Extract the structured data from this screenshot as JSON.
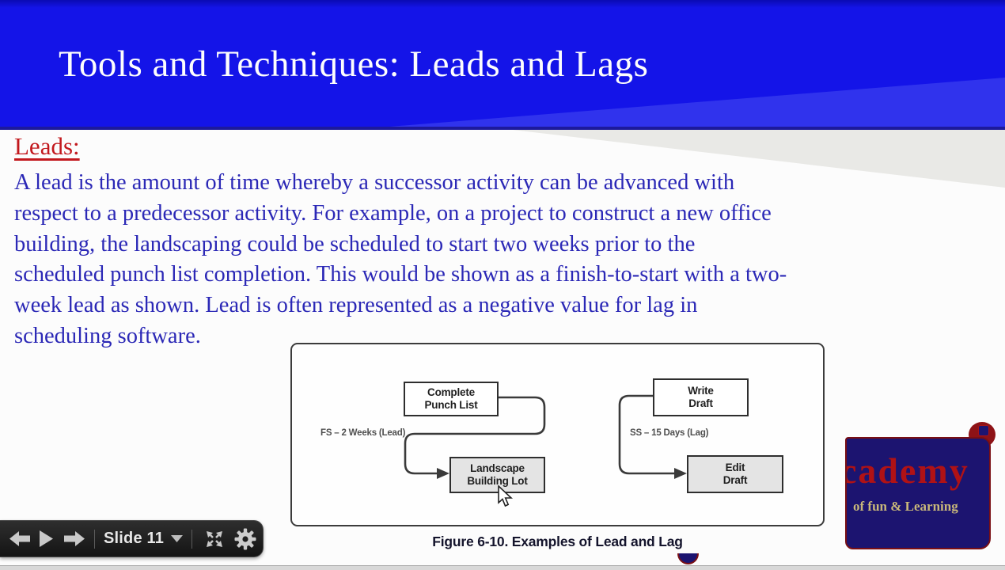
{
  "header": {
    "title": "Tools and Techniques: Leads and Lags"
  },
  "content": {
    "heading": "Leads:",
    "body_lines": [
      "A lead is the amount of time whereby a successor activity can be advanced with",
      "respect to a predecessor activity. For example, on a project to construct a new office",
      "building, the landscaping could be scheduled to start two weeks prior to the",
      "scheduled punch list completion. This would be shown as a finish-to-start with a two-",
      "week lead as shown. Lead is often represented as a negative value for lag in",
      "scheduling software."
    ]
  },
  "figure": {
    "caption": "Figure 6-10. Examples of Lead and Lag",
    "lead_example": {
      "predecessor_lines": [
        "Complete",
        "Punch List"
      ],
      "successor_lines": [
        "Landscape",
        "Building Lot"
      ],
      "relationship_label": "FS – 2 Weeks (Lead)"
    },
    "lag_example": {
      "predecessor_lines": [
        "Write",
        "Draft"
      ],
      "successor_lines": [
        "Edit",
        "Draft"
      ],
      "relationship_label": "SS – 15 Days (Lag)"
    }
  },
  "player": {
    "slide_label": "Slide 11",
    "icons": [
      "previous-arrow",
      "play",
      "next-arrow",
      "dropdown-caret",
      "fullscreen-expand",
      "settings-gear"
    ]
  },
  "logo": {
    "text": "cademy",
    "tagline": "of fun & Learning"
  },
  "colors": {
    "banner_blue": "#1414e8",
    "banner_rule_navy": "#1d1a9c",
    "heading_red": "#c2181d",
    "body_text_blue": "#2b28b6",
    "toolbar_dark": "#1f1f1f",
    "toolbar_icon_gray": "#c9c9c9",
    "logo_navy": "#1c1470",
    "logo_red": "#b01215",
    "logo_tagline_gold": "#c9b87a"
  }
}
